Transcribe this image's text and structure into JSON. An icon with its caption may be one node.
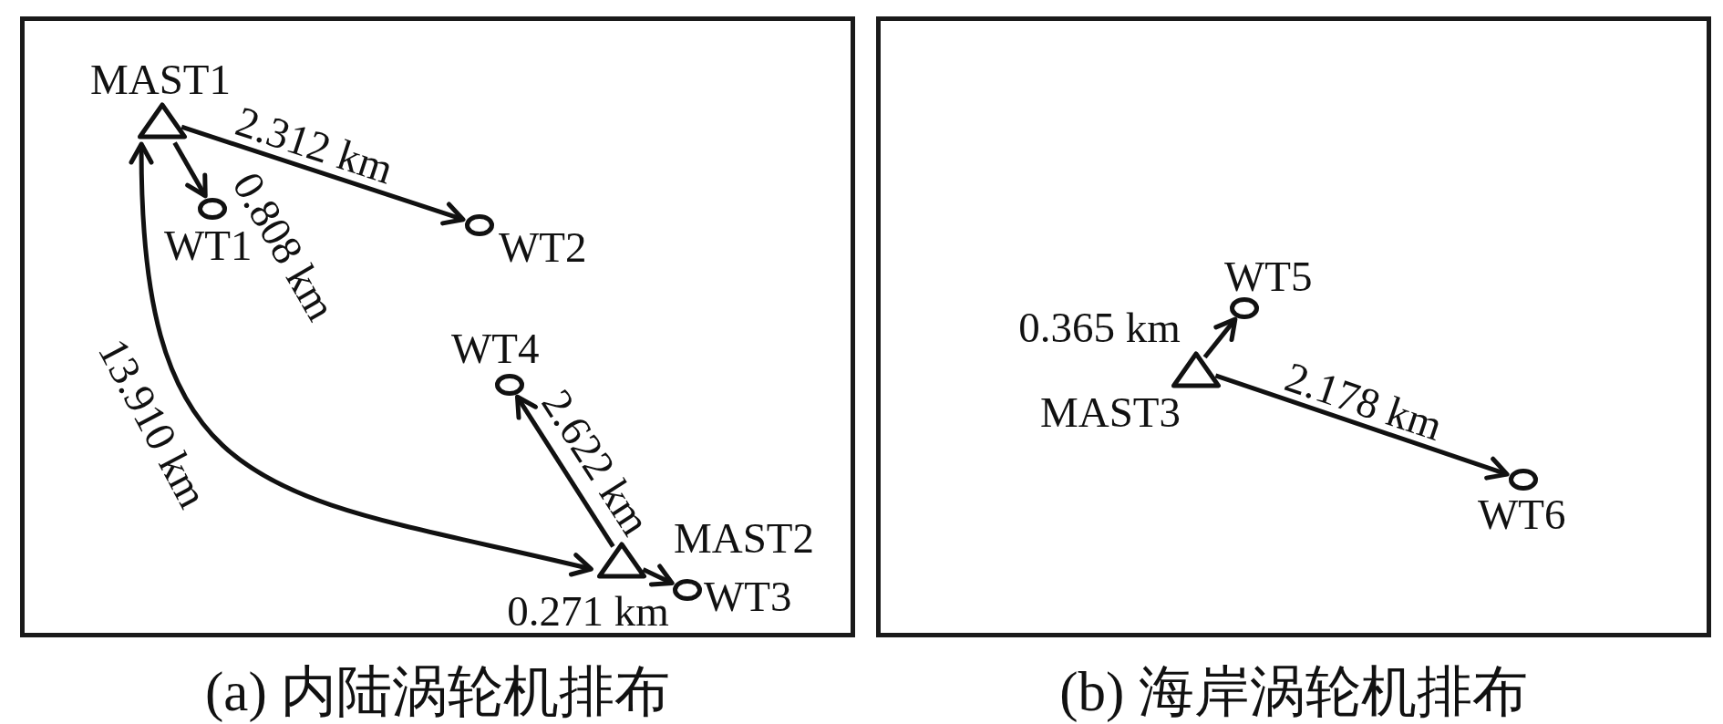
{
  "diagram": {
    "nodes": [
      {
        "text": [
          "(a) 内陆涡轮机排布"
        ]
      },
      {
        "text": [],
        "shape": "triangle",
        "beside": [
          "MAST1"
        ],
        "in": 0
      },
      {
        "text": [],
        "shape": "circle",
        "beside": [
          "WT1"
        ],
        "in": 0
      },
      {
        "text": [],
        "shape": "circle",
        "beside": [
          "WT2"
        ],
        "in": 0
      },
      {
        "text": [],
        "shape": "circle",
        "beside": [
          "WT4"
        ],
        "in": 0
      },
      {
        "text": [],
        "shape": "triangle",
        "beside": [
          "MAST2"
        ],
        "in": 0
      },
      {
        "text": [],
        "shape": "circle",
        "beside": [
          "WT3"
        ],
        "in": 0
      },
      {
        "text": [
          "(b) 海岸涡轮机排布"
        ]
      },
      {
        "text": [],
        "shape": "circle",
        "beside": [
          "WT5"
        ],
        "in": 7
      },
      {
        "text": [],
        "shape": "triangle",
        "beside": [
          "MAST3"
        ],
        "in": 7
      },
      {
        "text": [],
        "shape": "circle",
        "beside": [
          "WT6"
        ],
        "in": 7
      }
    ],
    "edges": [
      {
        "from": 1,
        "to": 3,
        "arrow": "to",
        "label": "2.312 km"
      },
      {
        "from": 1,
        "to": 2,
        "arrow": "to",
        "label": "0.808 km"
      },
      {
        "from": 1,
        "to": 5,
        "arrow": "both",
        "label": "13.910 km"
      },
      {
        "from": 5,
        "to": 4,
        "arrow": "to",
        "label": "2.622 km"
      },
      {
        "from": 5,
        "to": 6,
        "arrow": "to",
        "label": "0.271 km"
      },
      {
        "from": 9,
        "to": 8,
        "arrow": "to",
        "label": "0.365 km"
      },
      {
        "from": 9,
        "to": 10,
        "arrow": "to",
        "label": "2.178 km"
      }
    ]
  }
}
